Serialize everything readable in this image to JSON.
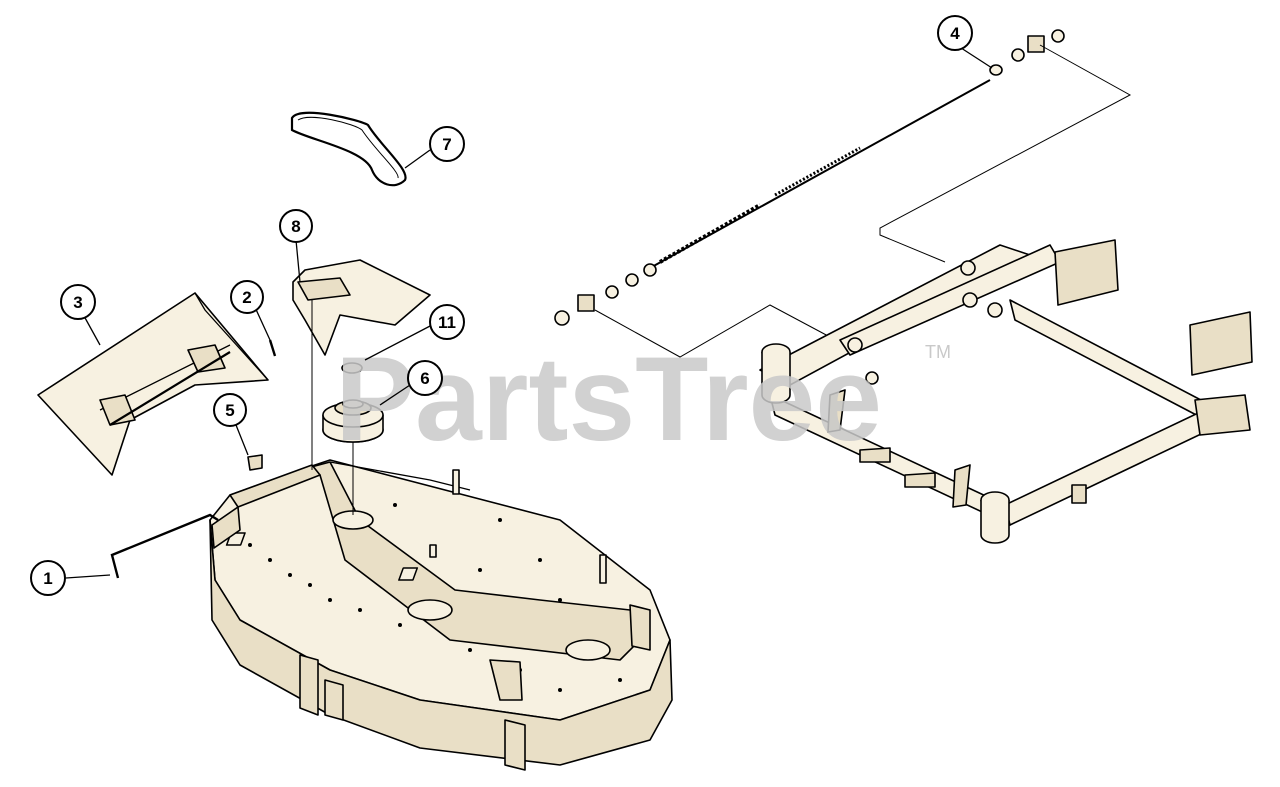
{
  "watermark": {
    "text": "PartsTree",
    "mark": "TM"
  },
  "callouts": [
    {
      "id": "1",
      "label": "1"
    },
    {
      "id": "2",
      "label": "2"
    },
    {
      "id": "3",
      "label": "3"
    },
    {
      "id": "4",
      "label": "4"
    },
    {
      "id": "5",
      "label": "5"
    },
    {
      "id": "6",
      "label": "6"
    },
    {
      "id": "7",
      "label": "7"
    },
    {
      "id": "8",
      "label": "8"
    },
    {
      "id": "11",
      "label": "11"
    }
  ]
}
